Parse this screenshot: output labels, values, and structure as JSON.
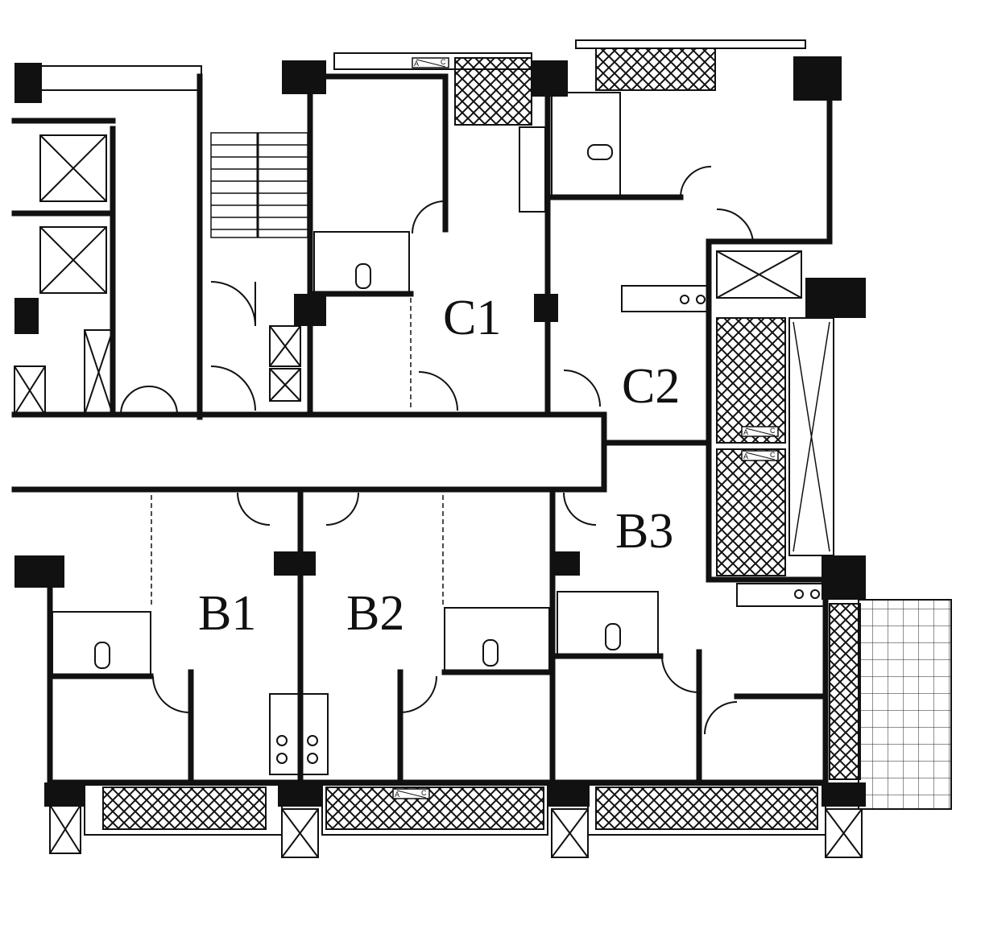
{
  "units": {
    "c1": "C1",
    "c2": "C2",
    "b1": "B1",
    "b2": "B2",
    "b3": "B3"
  },
  "ac_unit": {
    "left": "A",
    "right": "C"
  },
  "colors": {
    "wall": "#111111",
    "paper": "#ffffff"
  }
}
